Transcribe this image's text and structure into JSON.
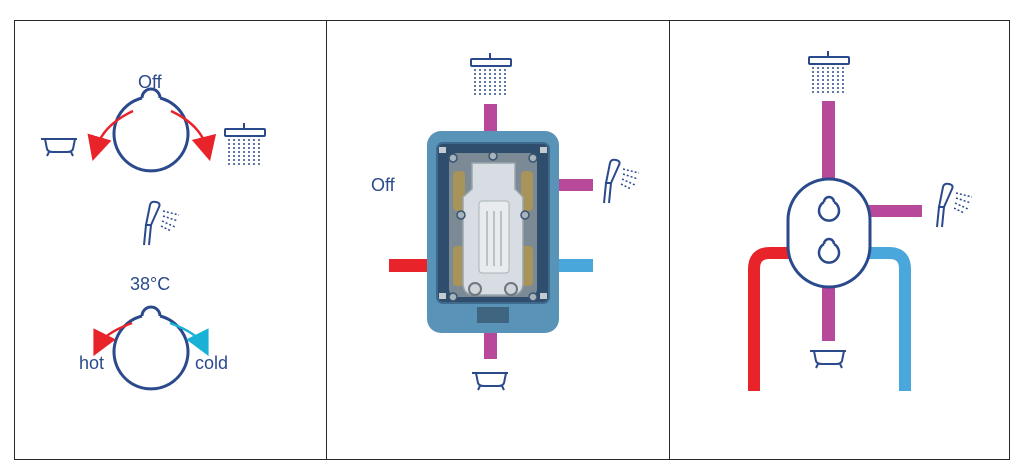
{
  "panel1": {
    "dial_top_label": "Off",
    "dial_bottom_label": "38°C",
    "hot_label": "hot",
    "cold_label": "cold"
  },
  "panel2": {
    "off_label": "Off"
  },
  "colors": {
    "line": "#2b4a8c",
    "hot": "#e8232a",
    "cold": "#49a7dc",
    "mixed": "#b8489a",
    "box": "#5a93b8"
  },
  "icons": [
    "bathtub-icon",
    "shower-head-icon",
    "hand-shower-icon"
  ]
}
